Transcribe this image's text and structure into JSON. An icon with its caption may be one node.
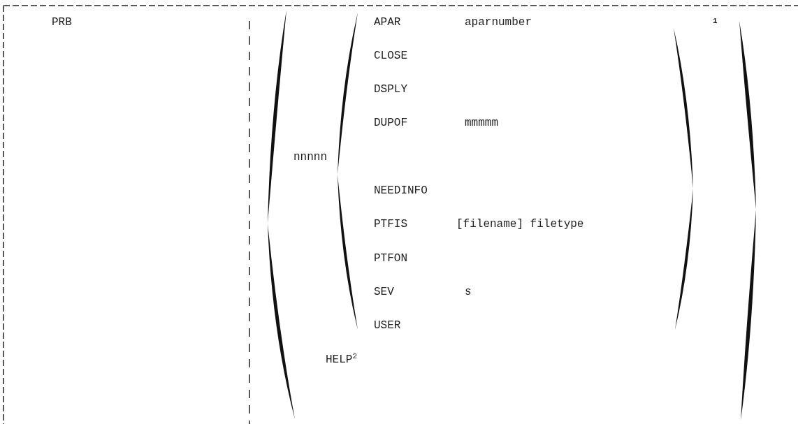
{
  "diagram": {
    "labels": [
      "PRB",
      "APAR",
      "aparnumber",
      "1",
      "CLOSE",
      "DSPLY",
      "DUPOF",
      "mmmmm",
      "nnnnn",
      "NEEDINFO",
      "PTFIS",
      "[filename] filetype",
      "PTFON",
      "SEV",
      "s",
      "USER",
      "HELP$^{2}$"
    ]
  }
}
